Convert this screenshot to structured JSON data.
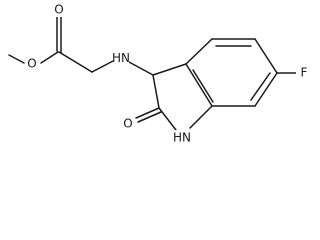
{
  "molecule": {
    "atoms": {
      "methyl_o": "O",
      "carbonyl_o_ester": "O",
      "amine_n": "N",
      "amine_h": "H",
      "fluorine": "F",
      "lactam_o": "O",
      "lactam_nh": "HN"
    }
  }
}
